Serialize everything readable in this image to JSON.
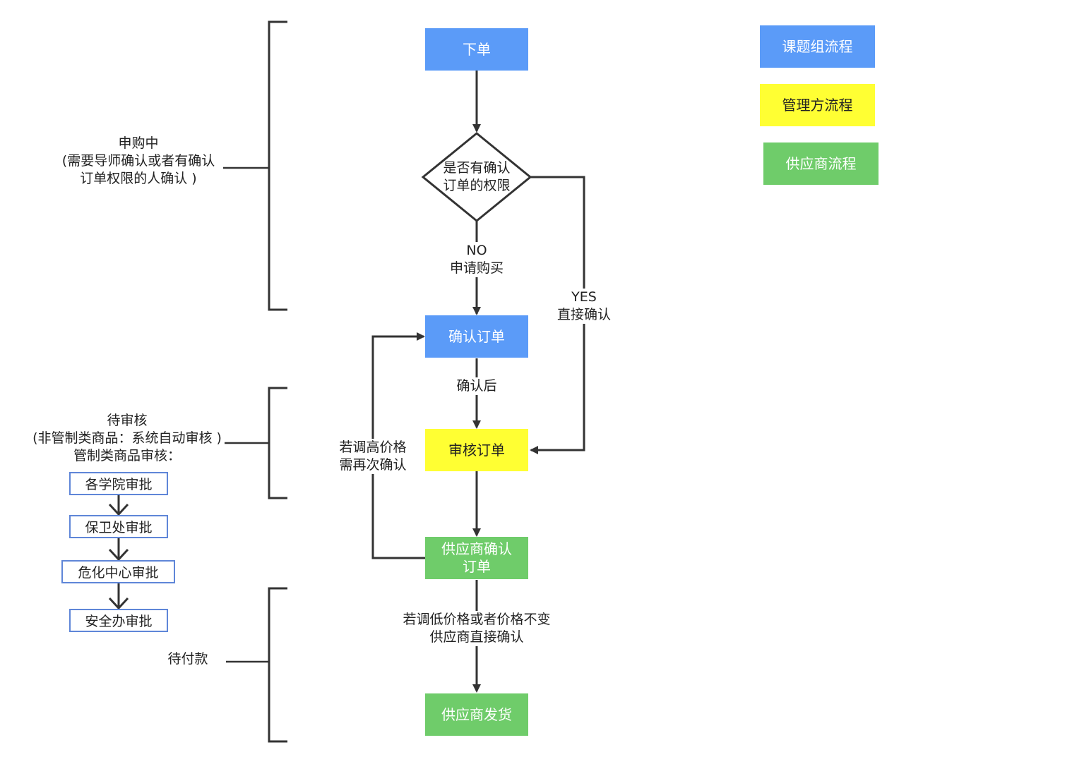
{
  "nodes": {
    "order": "下单",
    "decision_line1": "是否有确认",
    "decision_line2": "订单的权限",
    "confirm_order": "确认订单",
    "review_order": "审核订单",
    "supplier_confirm_line1": "供应商确认",
    "supplier_confirm_line2": "订单",
    "supplier_ship": "供应商发货"
  },
  "edge_labels": {
    "no_line1": "NO",
    "no_line2": "申请购买",
    "yes_line1": "YES",
    "yes_line2": "直接确认",
    "after_confirm": "确认后",
    "raise_line1": "若调高价格",
    "raise_line2": "需再次确认",
    "lower_line1": "若调低价格或者价格不变",
    "lower_line2": "供应商直接确认"
  },
  "legend": {
    "group": "课题组流程",
    "manager": "管理方流程",
    "supplier": "供应商流程"
  },
  "stages": {
    "purchasing_line1": "申购中",
    "purchasing_line2": "(需要导师确认或者有确认",
    "purchasing_line3": "订单权限的人确认 )",
    "pending_review_line1": "待审核",
    "pending_review_line2": "(非管制类商品：系统自动审核 )",
    "pending_review_line3": "管制类商品审核：",
    "pending_payment": "待付款"
  },
  "approval_steps": [
    "各学院审批",
    "保卫处审批",
    "危化中心审批",
    "安全办审批"
  ],
  "colors": {
    "group_blue": "#5b9bf8",
    "manager_yellow": "#ffff33",
    "supplier_green": "#6fcc6a",
    "line": "#333333",
    "step_border": "#5f86d8"
  }
}
